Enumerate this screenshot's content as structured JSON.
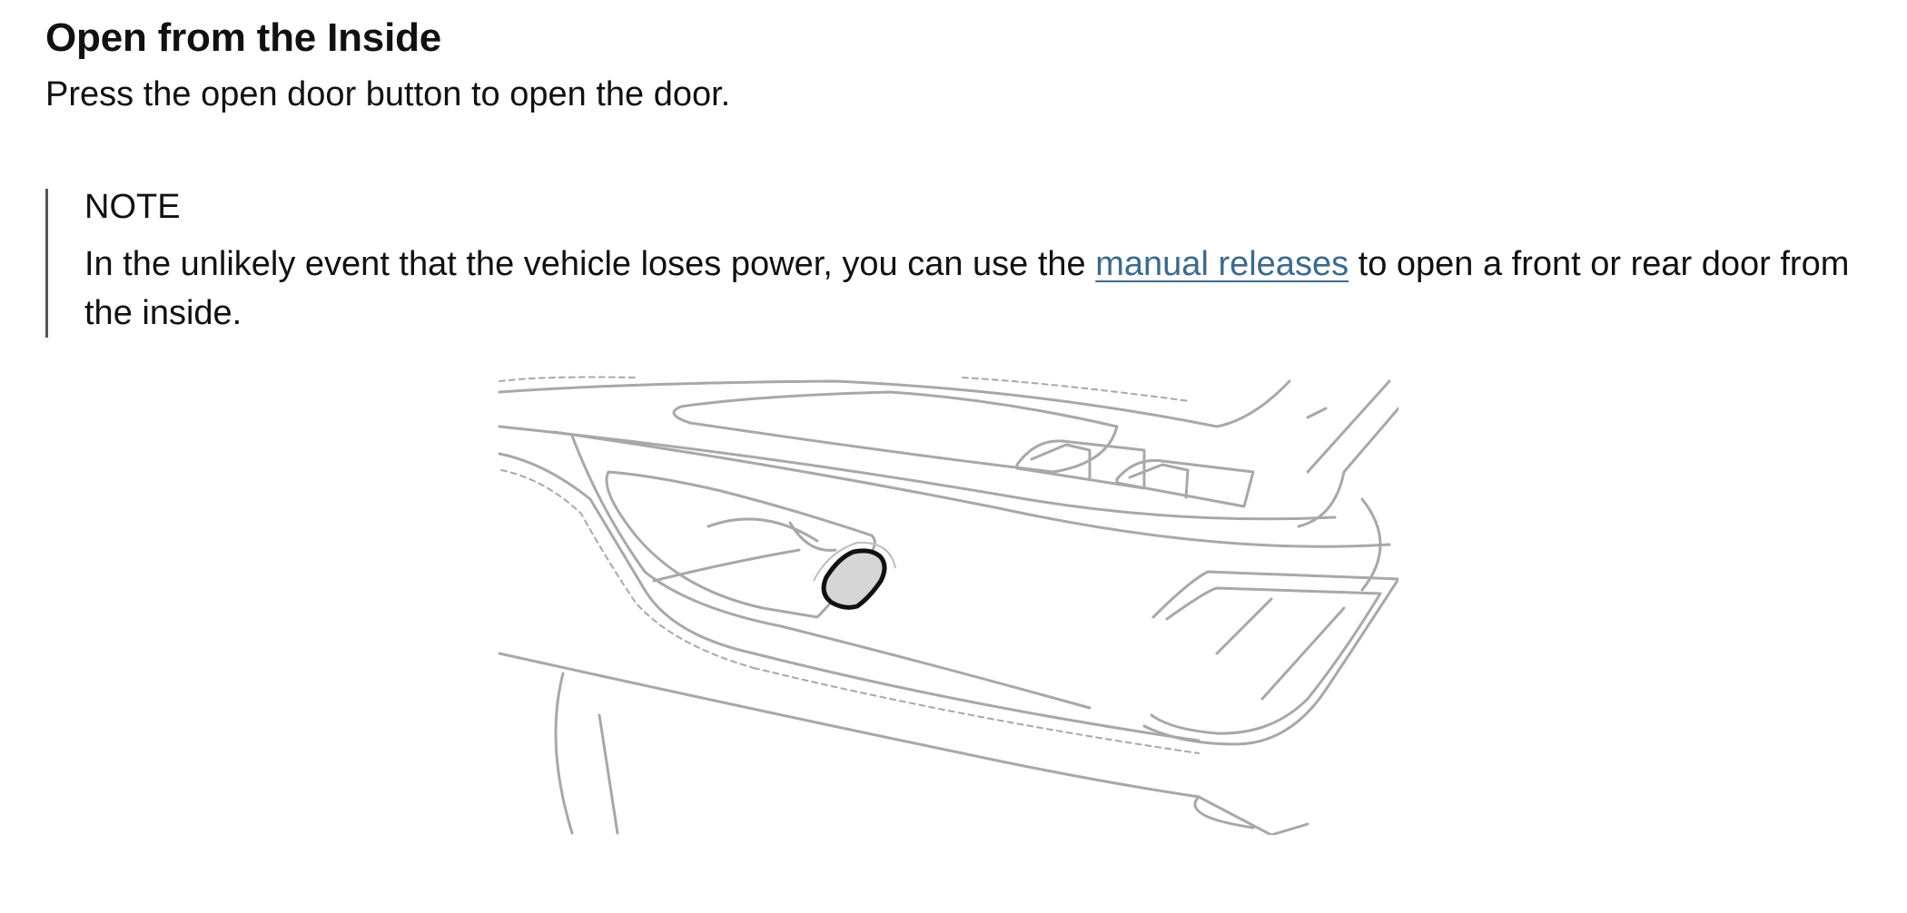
{
  "section": {
    "heading": "Open from the Inside",
    "intro": "Press the open door button to open the door."
  },
  "note": {
    "title": "NOTE",
    "text_before": "In the unlikely event that the vehicle loses power, you can use the ",
    "link_label": "manual releases",
    "text_after": " to open a front or rear door from the inside."
  },
  "illustration": {
    "subject": "door-panel-icon",
    "highlight_color": "#d6d6d6",
    "line_color": "#a8a8a8"
  }
}
